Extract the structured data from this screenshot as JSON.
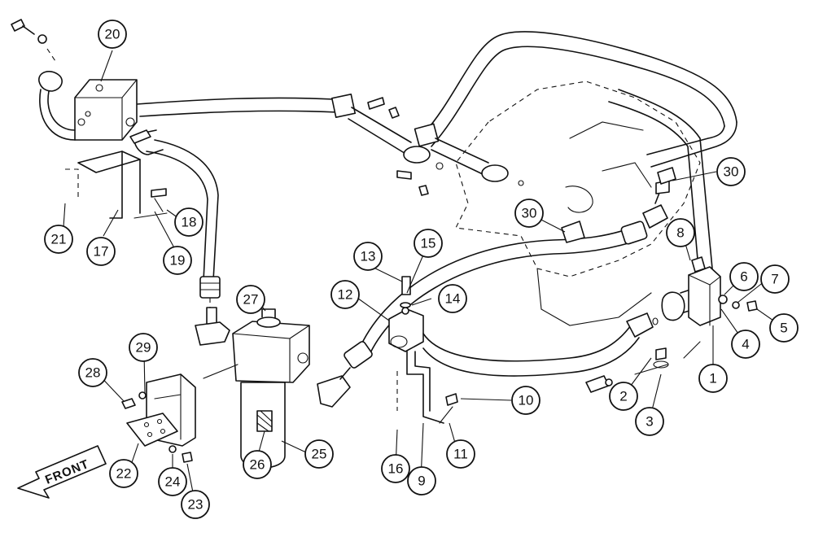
{
  "diagram": {
    "front_label": "FRONT",
    "callouts": [
      {
        "id": "c1",
        "label": "1"
      },
      {
        "id": "c2",
        "label": "2"
      },
      {
        "id": "c3",
        "label": "3"
      },
      {
        "id": "c4",
        "label": "4"
      },
      {
        "id": "c5",
        "label": "5"
      },
      {
        "id": "c6",
        "label": "6"
      },
      {
        "id": "c7",
        "label": "7"
      },
      {
        "id": "c8",
        "label": "8"
      },
      {
        "id": "c9",
        "label": "9"
      },
      {
        "id": "c10",
        "label": "10"
      },
      {
        "id": "c11",
        "label": "11"
      },
      {
        "id": "c12",
        "label": "12"
      },
      {
        "id": "c13",
        "label": "13"
      },
      {
        "id": "c14",
        "label": "14"
      },
      {
        "id": "c15",
        "label": "15"
      },
      {
        "id": "c16",
        "label": "16"
      },
      {
        "id": "c17",
        "label": "17"
      },
      {
        "id": "c18",
        "label": "18"
      },
      {
        "id": "c19",
        "label": "19"
      },
      {
        "id": "c20",
        "label": "20"
      },
      {
        "id": "c21",
        "label": "21"
      },
      {
        "id": "c22",
        "label": "22"
      },
      {
        "id": "c23",
        "label": "23"
      },
      {
        "id": "c24",
        "label": "24"
      },
      {
        "id": "c25",
        "label": "25"
      },
      {
        "id": "c26",
        "label": "26"
      },
      {
        "id": "c27",
        "label": "27"
      },
      {
        "id": "c28",
        "label": "28"
      },
      {
        "id": "c29",
        "label": "29"
      },
      {
        "id": "c30a",
        "label": "30"
      },
      {
        "id": "c30b",
        "label": "30"
      }
    ]
  }
}
